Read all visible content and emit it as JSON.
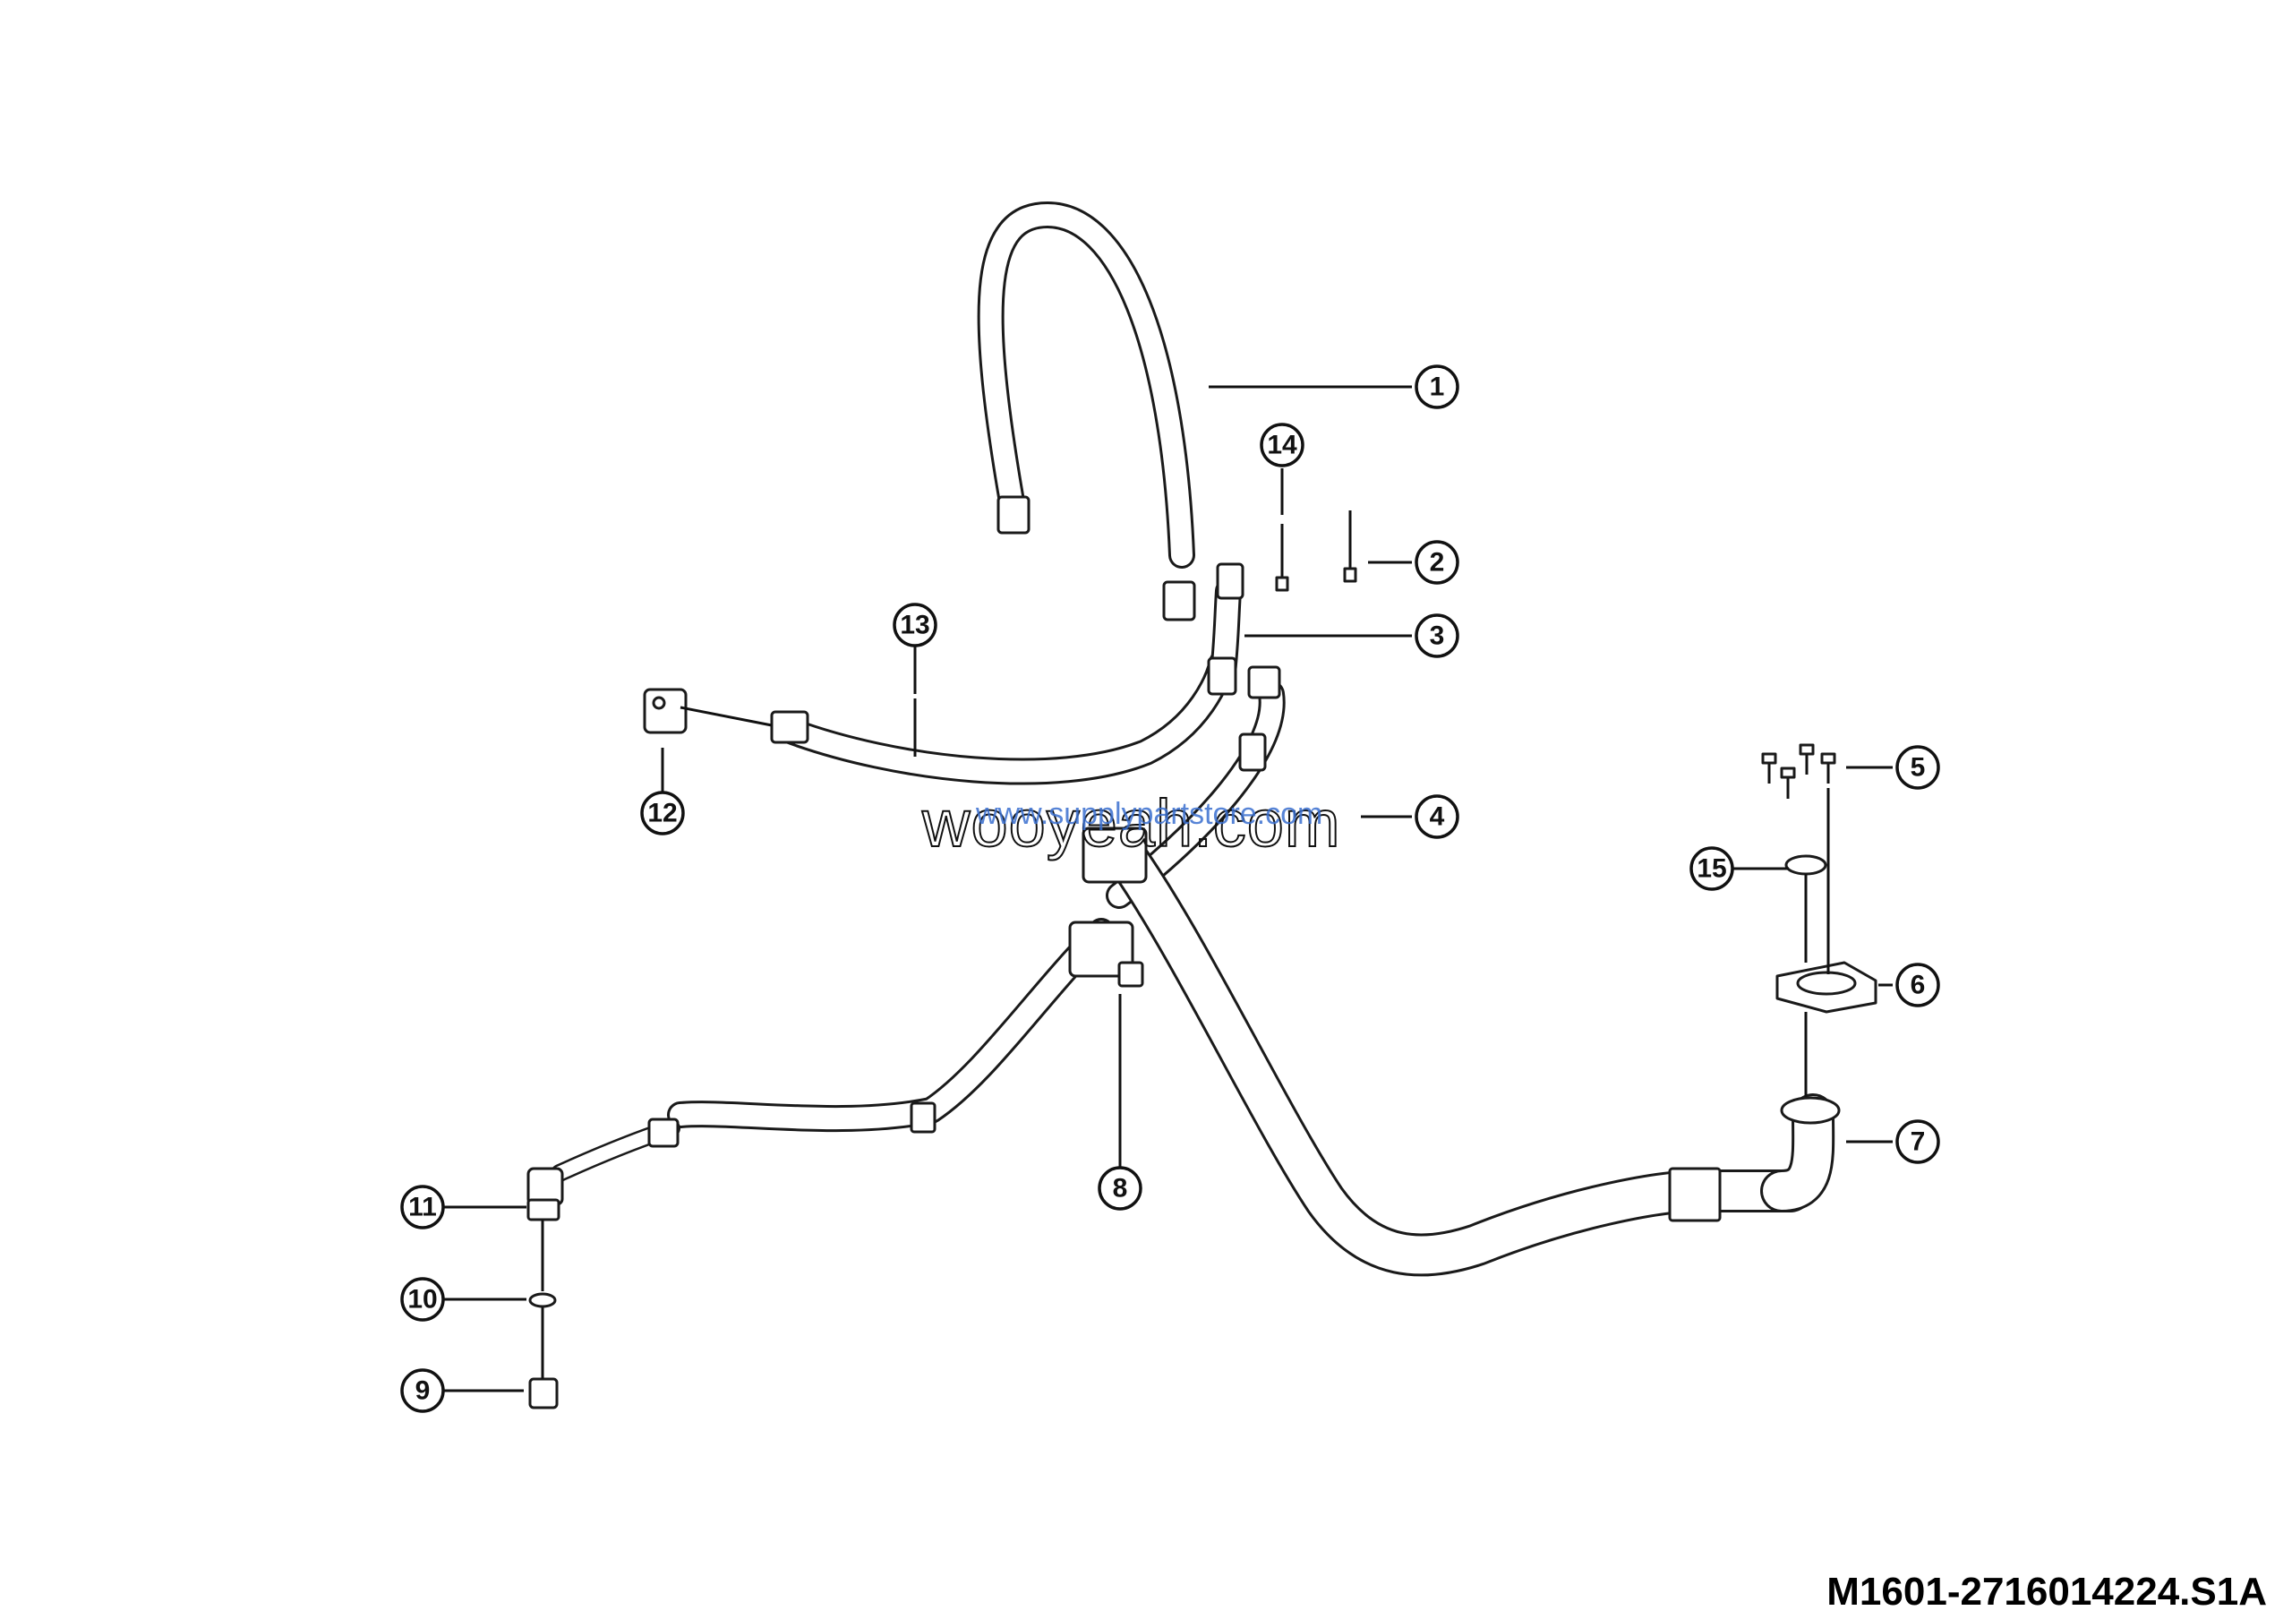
{
  "callouts": [
    {
      "id": "c1",
      "label": "1"
    },
    {
      "id": "c2",
      "label": "2"
    },
    {
      "id": "c3",
      "label": "3"
    },
    {
      "id": "c4",
      "label": "4"
    },
    {
      "id": "c5",
      "label": "5"
    },
    {
      "id": "c6",
      "label": "6"
    },
    {
      "id": "c7",
      "label": "7"
    },
    {
      "id": "c8",
      "label": "8"
    },
    {
      "id": "c9",
      "label": "9"
    },
    {
      "id": "c10",
      "label": "10"
    },
    {
      "id": "c11",
      "label": "11"
    },
    {
      "id": "c12",
      "label": "12"
    },
    {
      "id": "c13",
      "label": "13"
    },
    {
      "id": "c14",
      "label": "14"
    },
    {
      "id": "c15",
      "label": "15"
    }
  ],
  "watermark": {
    "main": "wooyeah.com",
    "secondary": "www.supplypartstore.com"
  },
  "drawing_code": "M1601-2716014224.S1A",
  "colors": {
    "line": "#1a1a1a",
    "watermark_secondary": "#3a6fd0"
  }
}
